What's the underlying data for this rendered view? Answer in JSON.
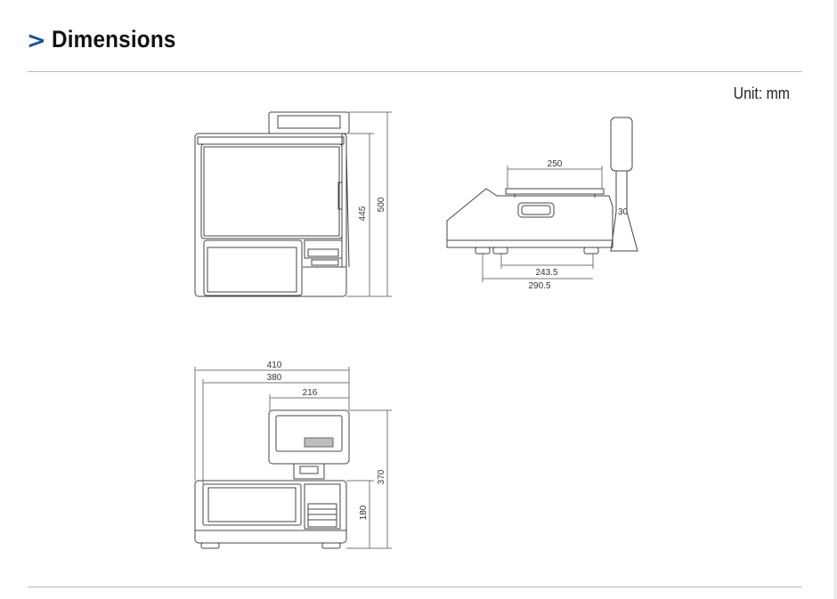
{
  "header": {
    "chevron": ">",
    "title": "Dimensions"
  },
  "unit_label": "Unit: mm",
  "front_view": {
    "dims": [
      "445",
      "500"
    ]
  },
  "side_view": {
    "dims": [
      "250",
      "30",
      "243.5",
      "290.5"
    ]
  },
  "rear_view": {
    "dims": [
      "410",
      "380",
      "216",
      "370",
      "180"
    ]
  },
  "colors": {
    "accent": "#1a4f9c",
    "rule": "#b9b9b9"
  }
}
